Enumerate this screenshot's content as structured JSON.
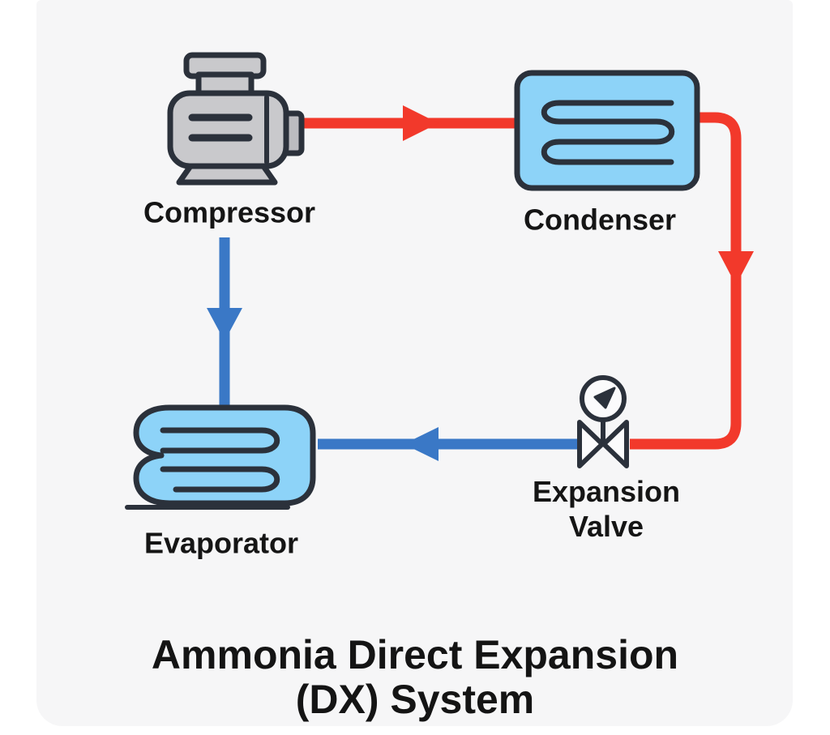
{
  "title": {
    "line1": "Ammonia Direct Expansion",
    "line2": "(DX) System"
  },
  "components": {
    "compressor": {
      "label": "Compressor"
    },
    "condenser": {
      "label": "Condenser"
    },
    "expansion_valve": {
      "label_line1": "Expansion",
      "label_line2": "Valve"
    },
    "evaporator": {
      "label": "Evaporator"
    }
  },
  "flows": [
    {
      "from": "Compressor",
      "to": "Condenser",
      "line_color": "#f2392b",
      "direction": "right"
    },
    {
      "from": "Condenser",
      "to": "Expansion Valve",
      "line_color": "#f2392b",
      "direction": "down-then-left"
    },
    {
      "from": "Expansion Valve",
      "to": "Evaporator",
      "line_color": "#3a78c6",
      "direction": "left"
    },
    {
      "from": "Compressor",
      "to": "Evaporator",
      "line_color": "#3a78c6",
      "direction": "down"
    }
  ],
  "colors": {
    "hot_pipe": "#f2392b",
    "cold_pipe": "#3a78c6",
    "heat_exchanger_fill": "#8dd3f8",
    "outline": "#2b313b",
    "machine_gray": "#c9c9cc",
    "canvas_background": "#f6f6f7",
    "page_background": "#ffffff",
    "text": "#151515"
  }
}
